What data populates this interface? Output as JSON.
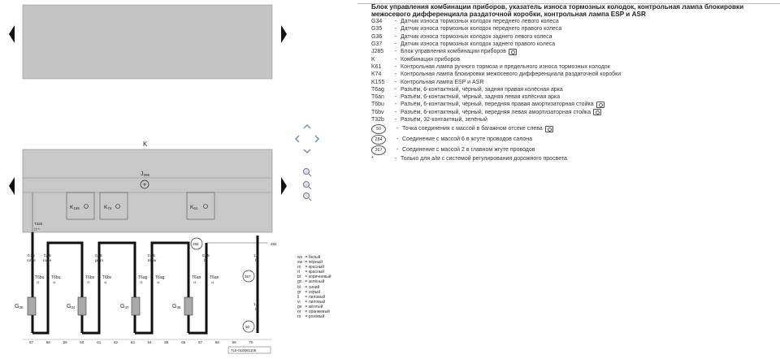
{
  "title": "Блок управления комбинации приборов, указатель износа тормозных колодок, контрольная лампа блокировки межосевого дифференциала раздаточной коробки, контрольная лампа ESP и ASR",
  "legend": [
    {
      "code": "G34",
      "text": "Датчик износа тормозных колодок переднего левого колеса",
      "cam": false
    },
    {
      "code": "G35",
      "text": "Датчик износа тормозных колодок переднего правого колеса",
      "cam": false
    },
    {
      "code": "G36",
      "text": "Датчик износа тормозных колодок заднего левого колеса",
      "cam": false
    },
    {
      "code": "G37",
      "text": "Датчик износа тормозных колодок заднего правого колеса",
      "cam": false
    },
    {
      "code": "J285",
      "text": "Блок управления комбинации приборов",
      "cam": true
    },
    {
      "code": "K",
      "text": "Комбинация приборов",
      "cam": false
    },
    {
      "code": "K61",
      "text": "Контрольная лампа ручного тормоза и предельного износа тормозных колодок",
      "cam": false
    },
    {
      "code": "K74",
      "text": "Контрольная лампа блокировки межосевого дифференциала раздаточной коробки",
      "cam": false
    },
    {
      "code": "K155",
      "text": "Контрольная лампа ESP и ASR",
      "cam": false
    },
    {
      "code": "T6ag",
      "text": "Разъём, 6-контактный, чёрный, задняя правая колёсная арка",
      "cam": false
    },
    {
      "code": "T6an",
      "text": "Разъём, 6-контактный, чёрный, задняя левая колёсная арка",
      "cam": false
    },
    {
      "code": "T6bu",
      "text": "Разъём, 6-контактный, чёрный, передняя правая амортизаторная стойка",
      "cam": true
    },
    {
      "code": "T6bv",
      "text": "Разъём, 6-контактный, чёрный, передняя левая амортизаторная стойка",
      "cam": true
    },
    {
      "code": "T32b",
      "text": "Разъём, 32-контактный, зелёный",
      "cam": false
    }
  ],
  "circles": [
    {
      "num": "50",
      "text": "Точка соединения с массой в багажном отсеке слева",
      "cam": true
    },
    {
      "num": "284",
      "text": "Соединение с массой 6 в жгуте проводов салона",
      "cam": false
    },
    {
      "num": "367",
      "text": "Соединение с массой 2 в главном жгуте проводов",
      "cam": false
    }
  ],
  "footnote": {
    "mark": "*",
    "text": "Только для а/м с системой регулирования дорожного просвета"
  },
  "diagram": {
    "k_label": "K",
    "j285_label": "J",
    "j285_sub": "285",
    "k155": "K",
    "k155_sub": "155",
    "k74": "K",
    "k74_sub": "74",
    "k61": "K",
    "k61_sub": "61",
    "t32b": "T32b",
    "t32b_pin": "/7",
    "star": "*",
    "doc_id": "7L6-010061106",
    "ground_284": "284",
    "ground_367": "367",
    "ground_50": "50",
    "wire_284_label": "284",
    "wires": [
      {
        "size": "0,35",
        "color": "ro/ws"
      },
      {
        "size": "0,35",
        "color": "ro/ge"
      },
      {
        "size": "0,35",
        "color": "ge/ro"
      },
      {
        "size": "0,35",
        "color": "bl/sw"
      },
      {
        "size": "0,35",
        "color": "br"
      },
      {
        "size": "1,0",
        "color": "br"
      },
      {
        "size": "1,5",
        "color": "br"
      }
    ],
    "connectors": [
      {
        "n": "T6bu",
        "pin": "/3"
      },
      {
        "n": "T6bu",
        "pin": "/4"
      },
      {
        "n": "T6bv",
        "pin": "/3"
      },
      {
        "n": "T6bv",
        "pin": "/4"
      },
      {
        "n": "T6ag",
        "pin": "/3"
      },
      {
        "n": "T6ag",
        "pin": "/4"
      },
      {
        "n": "T6an",
        "pin": "/3"
      },
      {
        "n": "T6an",
        "pin": "/4"
      }
    ],
    "sensors": [
      {
        "n": "G",
        "sub": "35"
      },
      {
        "n": "G",
        "sub": "34"
      },
      {
        "n": "G",
        "sub": "37"
      },
      {
        "n": "G",
        "sub": "36"
      }
    ],
    "track_numbers": [
      "57",
      "58",
      "59",
      "60",
      "61",
      "62",
      "63",
      "64",
      "65",
      "66",
      "67",
      "68",
      "69",
      "70"
    ]
  },
  "color_legend": [
    {
      "code": "ws",
      "name": "белый"
    },
    {
      "code": "sw",
      "name": "чёрный"
    },
    {
      "code": "ro",
      "name": "красный"
    },
    {
      "code": "rt",
      "name": "красный"
    },
    {
      "code": "br",
      "name": "коричневый"
    },
    {
      "code": "gn",
      "name": "зелёный"
    },
    {
      "code": "bl",
      "name": "синий"
    },
    {
      "code": "gr",
      "name": "серый"
    },
    {
      "code": "li",
      "name": "лиловый"
    },
    {
      "code": "vi",
      "name": "лиловый"
    },
    {
      "code": "ge",
      "name": "жёлтый"
    },
    {
      "code": "or",
      "name": "оранжевый"
    },
    {
      "code": "rs",
      "name": "розовый"
    }
  ]
}
